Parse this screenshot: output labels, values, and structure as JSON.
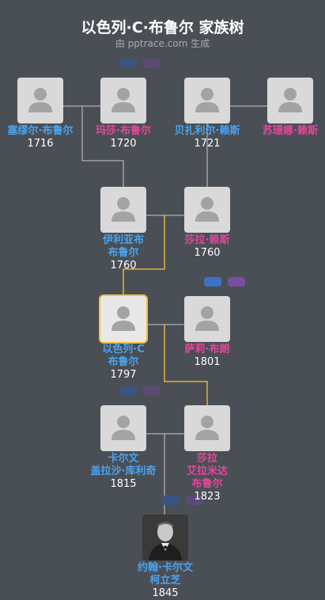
{
  "header": {
    "title": "以色列·C·布鲁尔 家族树",
    "subtitle": "由 pptrace.com 生成"
  },
  "people": {
    "p1": {
      "name": "塞缪尔·布鲁尔",
      "year": "1716"
    },
    "p2": {
      "name": "玛莎·布鲁尔",
      "year": "1720"
    },
    "p3": {
      "name": "贝扎利尔·赖斯",
      "year": "1721"
    },
    "p4": {
      "name": "苏珊娜·赖斯",
      "year": ""
    },
    "p5": {
      "name_line1": "伊利亚布",
      "name_line2": "布鲁尔",
      "year": "1760"
    },
    "p6": {
      "name": "莎拉·赖斯",
      "year": "1760"
    },
    "p7": {
      "name_line1": "以色列·C",
      "name_line2": "布鲁尔",
      "year": "1797"
    },
    "p8": {
      "name": "萨莉·布朗",
      "year": "1801"
    },
    "p9": {
      "name_line1": "卡尔文",
      "name_line2": "盖拉沙·库利奇",
      "year": "1815"
    },
    "p10": {
      "name_line1": "莎拉",
      "name_line2": "艾拉米达",
      "name_line3": "布鲁尔",
      "year": "1823"
    },
    "p11": {
      "name_line1": "约翰·卡尔文",
      "name_line2": "柯立芝",
      "year": "1845"
    }
  },
  "colors": {
    "male": "#4aa3f0",
    "female": "#e4479b",
    "focus": "#f0c040",
    "background": "#4a4f55"
  }
}
